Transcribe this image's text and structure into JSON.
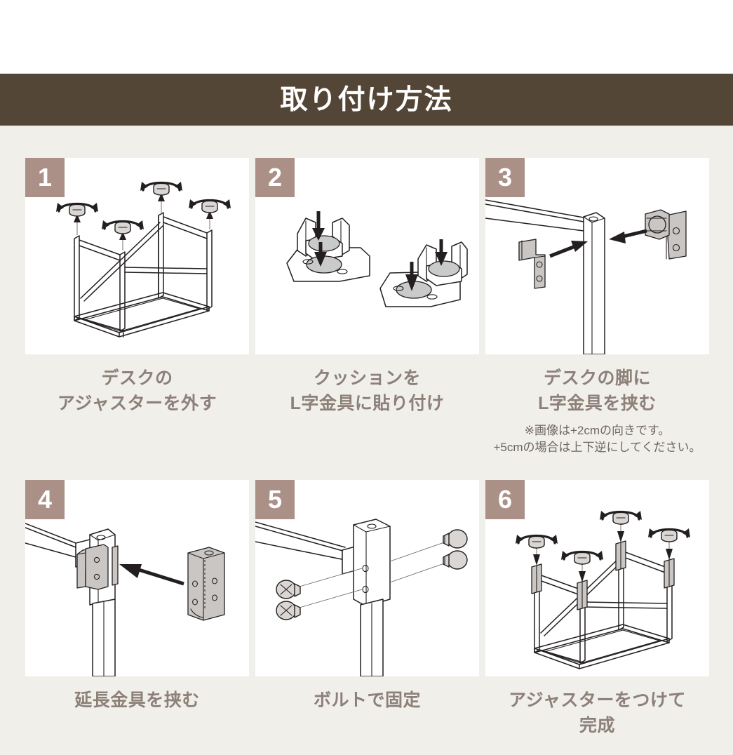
{
  "banner": {
    "title": "取り付け方法"
  },
  "steps": [
    {
      "number": "1",
      "caption_lines": [
        "デスクの",
        "アジャスターを外す"
      ],
      "note_lines": []
    },
    {
      "number": "2",
      "caption_lines": [
        "クッションを",
        "L字金具に貼り付け"
      ],
      "note_lines": []
    },
    {
      "number": "3",
      "caption_lines": [
        "デスクの脚に",
        "L字金具を挟む"
      ],
      "note_lines": [
        "※画像は+2cmの向きです。",
        "+5cmの場合は上下逆にしてください。"
      ]
    },
    {
      "number": "4",
      "caption_lines": [
        "延長金具を挟む"
      ],
      "note_lines": []
    },
    {
      "number": "5",
      "caption_lines": [
        "ボルトで固定"
      ],
      "note_lines": []
    },
    {
      "number": "6",
      "caption_lines": [
        "アジャスターをつけて",
        "完成"
      ],
      "note_lines": []
    }
  ],
  "colors": {
    "banner_background": "#544636",
    "banner_text": "#ffffff",
    "page_background": "#f1efea",
    "panel_background": "#ffffff",
    "badge_background": "#ab9088",
    "badge_text": "#ffffff",
    "caption_text": "#8c8078",
    "note_text": "#6f6660",
    "line_art": "#231f20",
    "cushion_pad": "#c9cbcb",
    "metal_fill": "#d9d6d3"
  }
}
